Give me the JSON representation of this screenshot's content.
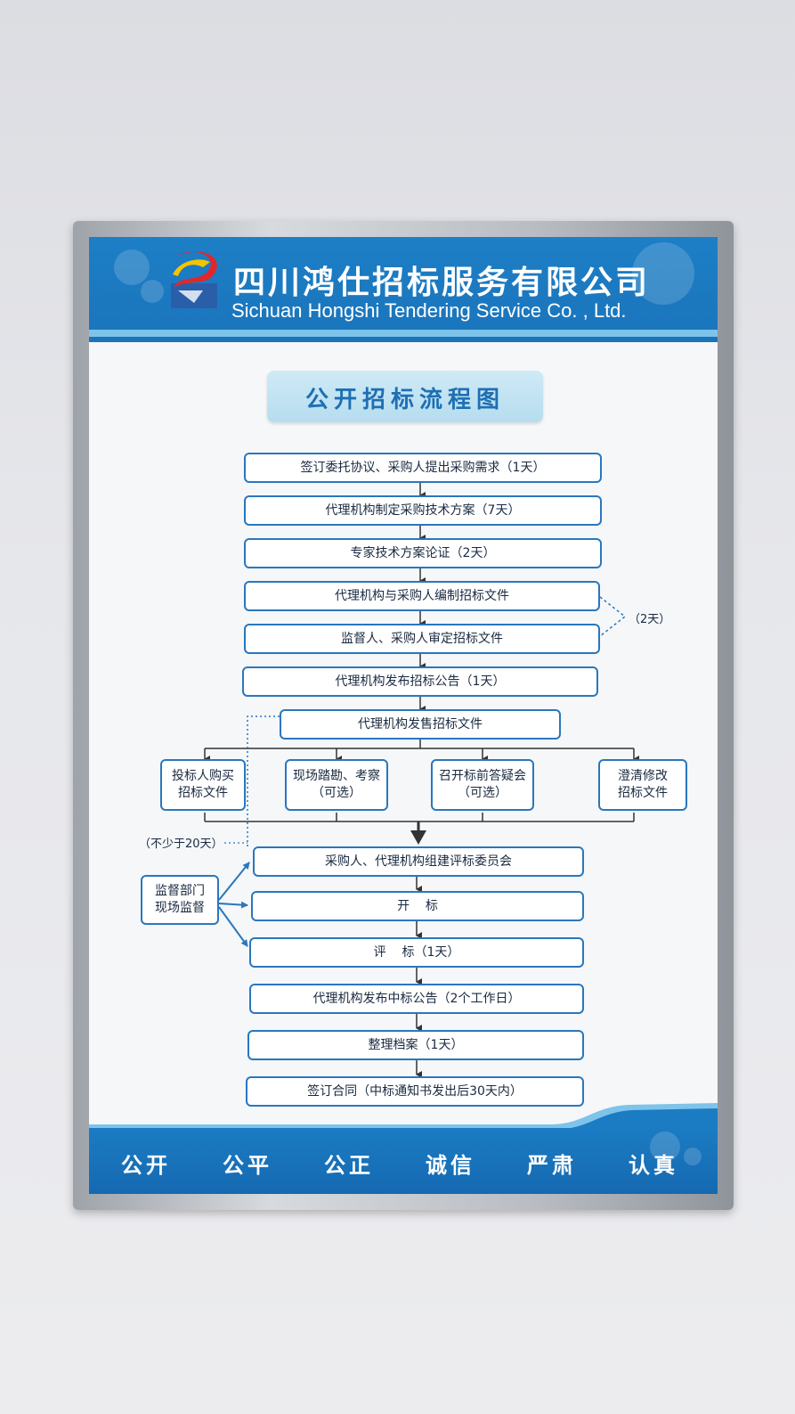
{
  "header": {
    "company_cn": "四川鸿仕招标服务有限公司",
    "company_en": "Sichuan Hongshi Tendering Service Co. , Ltd."
  },
  "diagram": {
    "title": "公开招标流程图",
    "steps": [
      "签订委托协议、采购人提出采购需求（1天）",
      "代理机构制定采购技术方案（7天）",
      "专家技术方案论证（2天）",
      "代理机构与采购人编制招标文件",
      "监督人、采购人审定招标文件",
      "代理机构发布招标公告（1天）",
      "代理机构发售招标文件"
    ],
    "branches": [
      [
        "投标人购买",
        "招标文件"
      ],
      [
        "现场踏勘、考察",
        "（可选）"
      ],
      [
        "召开标前答疑会",
        "（可选）"
      ],
      [
        "澄清修改",
        "招标文件"
      ]
    ],
    "steps_after": [
      "采购人、代理机构组建评标委员会",
      "开    标",
      "评    标（1天）",
      "代理机构发布中标公告（2个工作日）",
      "整理档案（1天）",
      "签订合同（中标通知书发出后30天内）"
    ],
    "brace_label": "（2天）",
    "min_days_label": "（不少于20天）",
    "supervision": [
      "监督部门",
      "现场监督"
    ]
  },
  "footer": {
    "mottos": [
      "公开",
      "公平",
      "公正",
      "诚信",
      "严肃",
      "认真"
    ]
  },
  "colors": {
    "header_blue": "#1d7fc6",
    "node_border": "#2a77bd",
    "title_text": "#1f6fb4"
  }
}
